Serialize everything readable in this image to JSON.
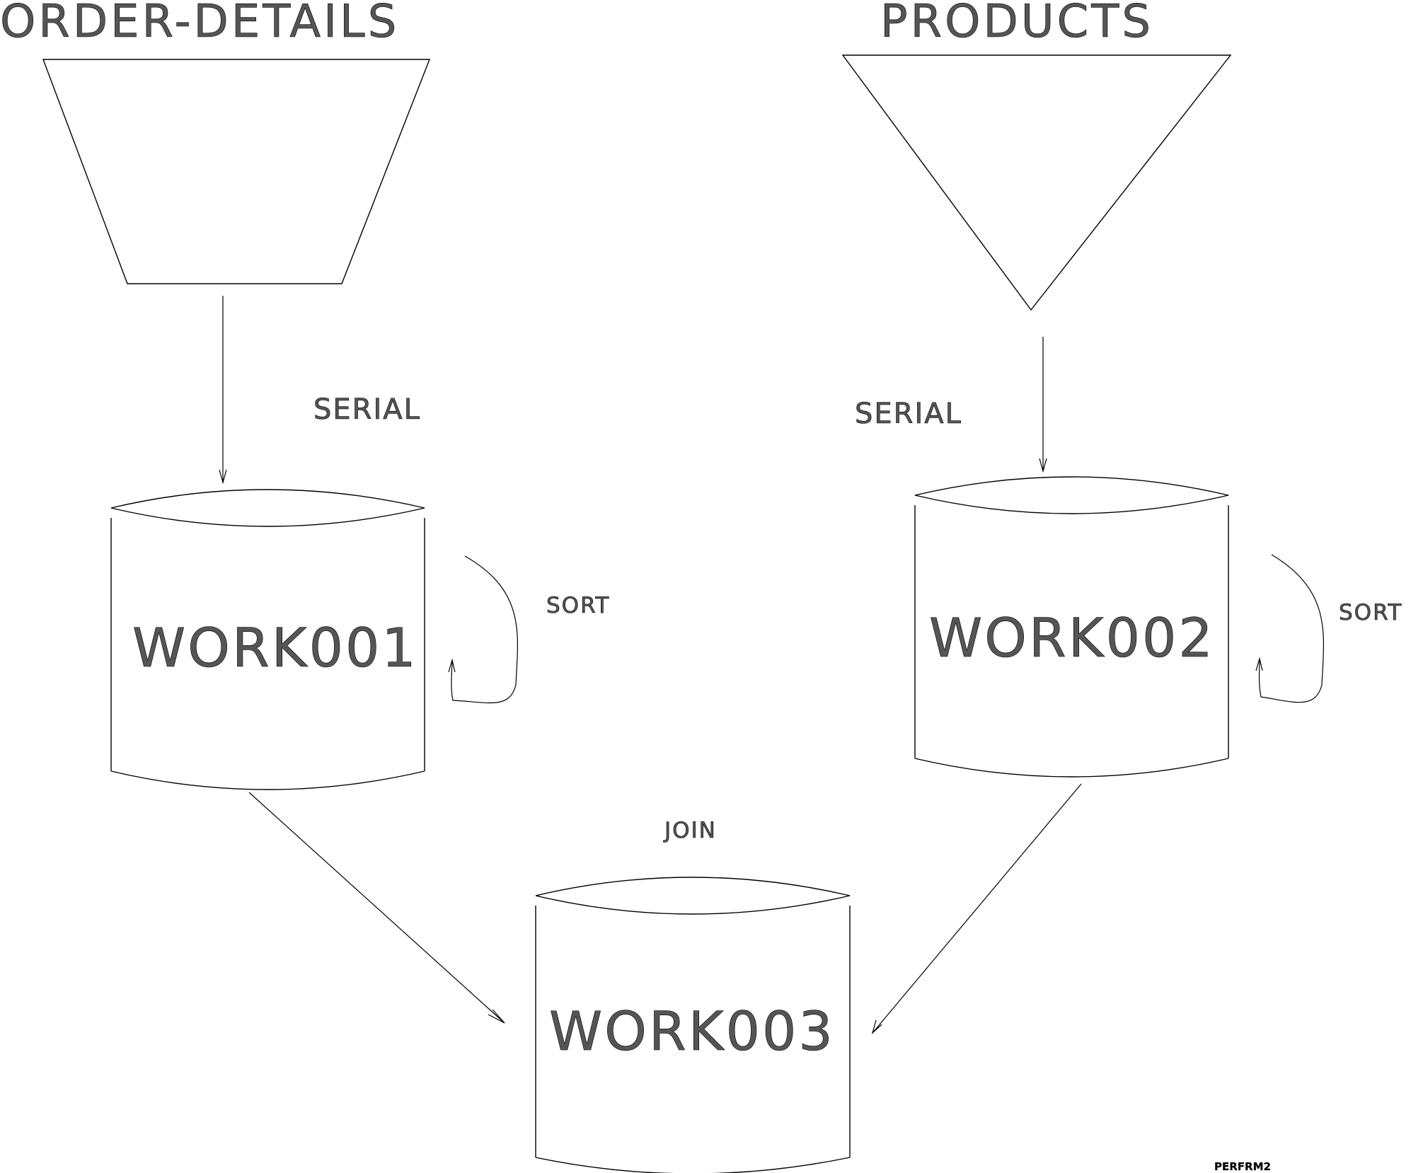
{
  "sources": {
    "order_details": "ORDER-DETAILS",
    "products": "PRODUCTS"
  },
  "files": {
    "work001": "WORK001",
    "work002": "WORK002",
    "work003": "WORK003"
  },
  "operations": {
    "serial_left": "SERIAL",
    "serial_right": "SERIAL",
    "sort_left": "SORT",
    "sort_right": "SORT",
    "join": "JOIN"
  },
  "footer": {
    "code": "PERFRM2"
  }
}
